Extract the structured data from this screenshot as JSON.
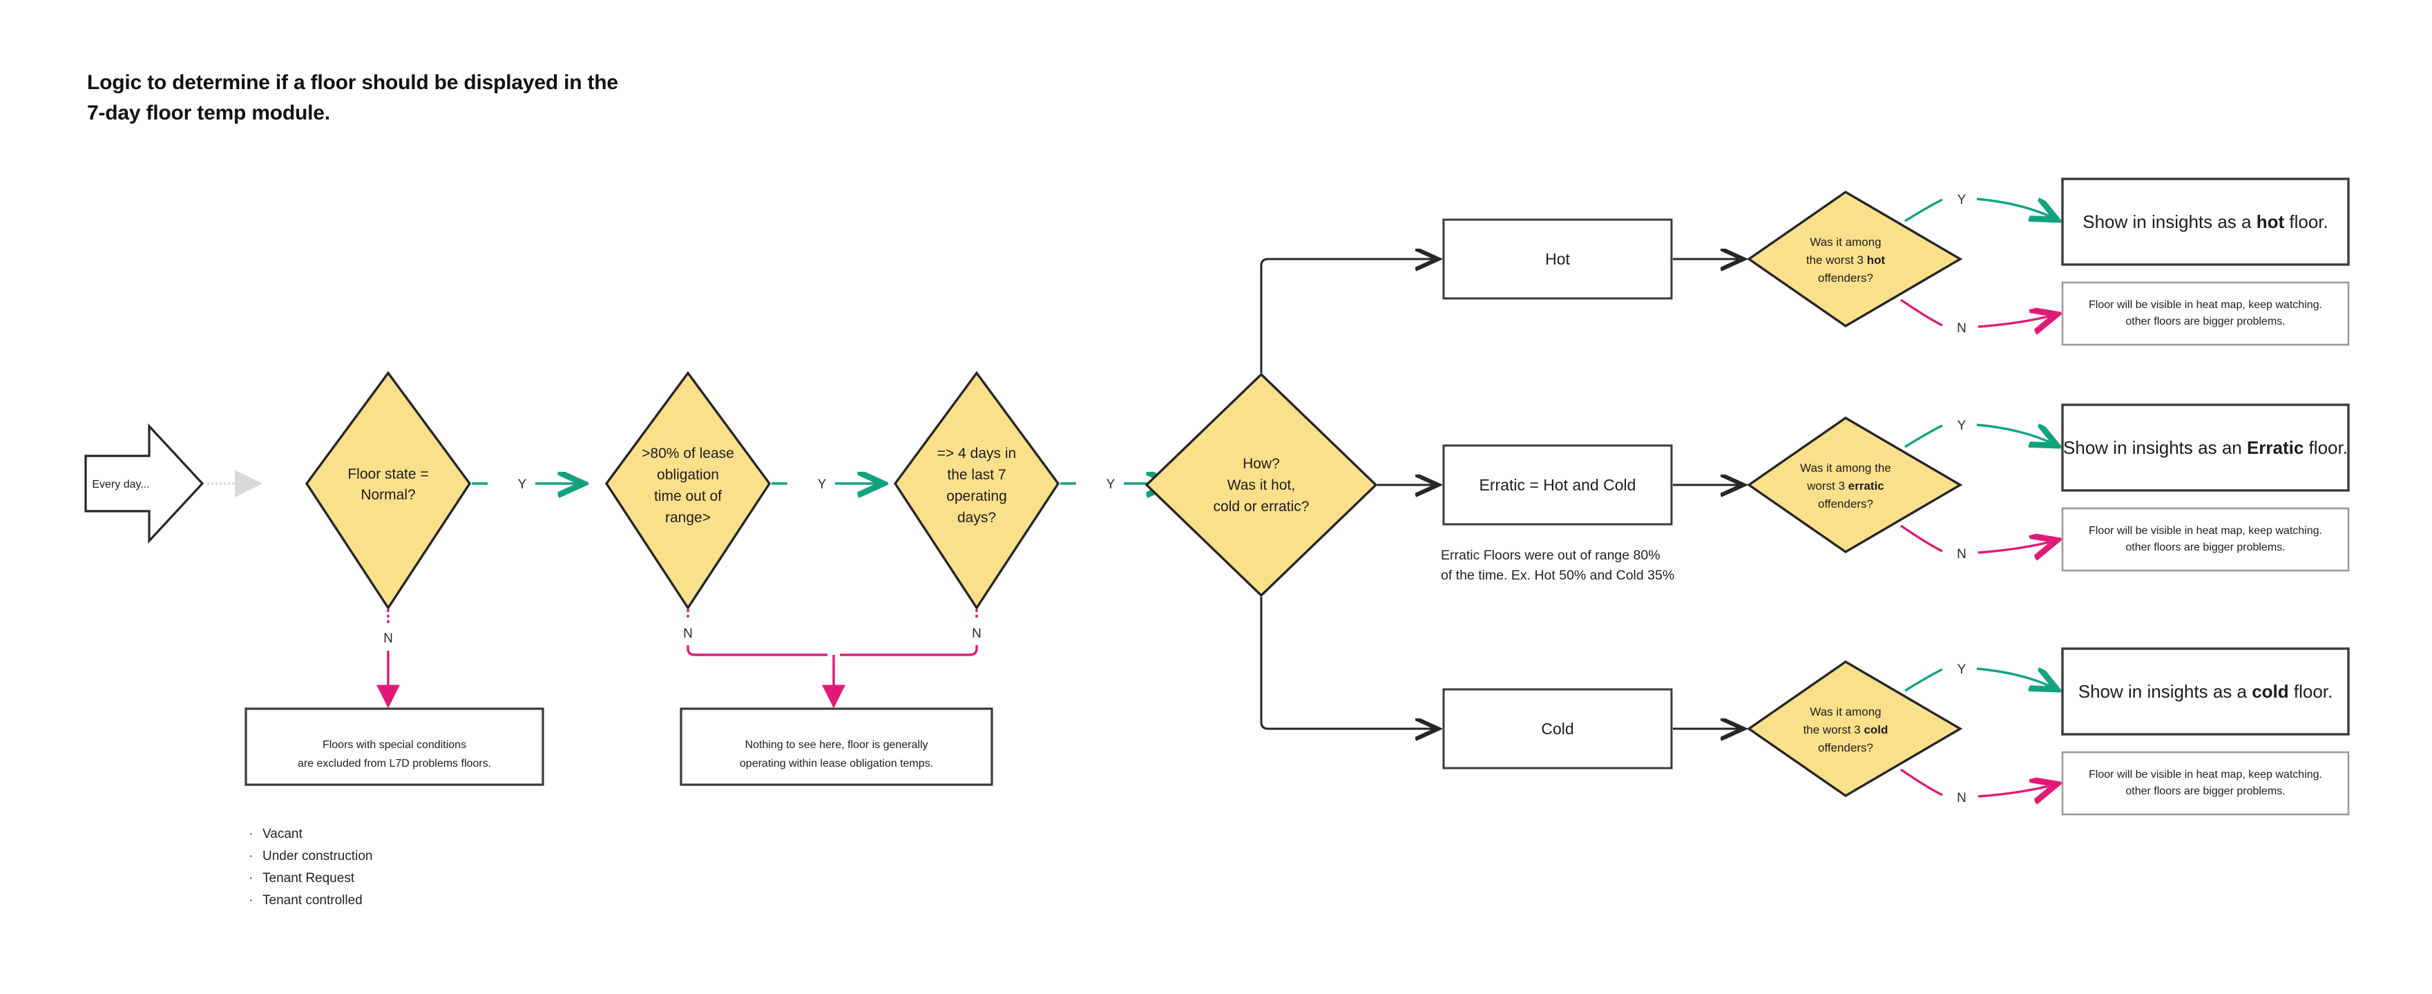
{
  "title": {
    "line1": "Logic to determine if a floor should be displayed in the",
    "line2": "7-day floor temp module."
  },
  "colors": {
    "diamond_fill": "#FBE08C",
    "diamond_stroke": "#262626",
    "yes_line": "#12A37E",
    "no_line": "#E01A76",
    "neutral_line": "#262626",
    "dotted_line": "#D9D9D9",
    "box_stroke": "#3A3A3A",
    "box_stroke_muted": "#9A9A9A"
  },
  "start": {
    "label": "Every day..."
  },
  "decisions": {
    "floor_state": "Floor state =\nNormal?",
    "floor_state_l1": "Floor state =",
    "floor_state_l2": "Normal?",
    "lease_obligation_l1": ">80% of lease",
    "lease_obligation_l2": "obligation",
    "lease_obligation_l3": "time out of",
    "lease_obligation_l4": "range>",
    "four_days_l1": "=> 4 days in",
    "four_days_l2": "the last 7",
    "four_days_l3": "operating",
    "four_days_l4": "days?",
    "how_l1": "How?",
    "how_l2": "Was it hot,",
    "how_l3": "cold or erratic?"
  },
  "worst3": {
    "hot_l1": "Was it among",
    "hot_l2_pre": "the worst 3 ",
    "hot_l2_bold": "hot",
    "hot_l3": "offenders?",
    "erratic_l1": "Was it among the",
    "erratic_l2_pre": "worst 3 ",
    "erratic_l2_bold": "erratic",
    "erratic_l3": "offenders?",
    "cold_l1": "Was it among",
    "cold_l2_pre": "the worst 3 ",
    "cold_l2_bold": "cold",
    "cold_l3": "offenders?"
  },
  "category_boxes": {
    "hot": "Hot",
    "erratic": "Erratic = Hot and Cold",
    "cold": "Cold"
  },
  "erratic_note": "Erratic Floors were out of range 80%\nof the time. Ex. Hot 50% and Cold 35%",
  "outcomes": {
    "hot_pre": "Show in insights as a ",
    "hot_bold": "hot",
    "hot_post": " floor.",
    "erratic_pre": "Show in insights as an ",
    "erratic_bold": "Erratic",
    "erratic_post": " floor.",
    "cold_pre": "Show in insights as a ",
    "cold_bold": "cold",
    "cold_post": " floor.",
    "keep_watching_l1": "Floor will be visible in heat map, keep watching.",
    "keep_watching_l2": "other floors are bigger problems."
  },
  "terminal_boxes": {
    "special_conditions_l1": "Floors with special conditions",
    "special_conditions_l2": "are excluded from L7D problems floors.",
    "nothing_to_see_l1": "Nothing to see here, floor is generally",
    "nothing_to_see_l2": "operating within lease obligation temps."
  },
  "edge_labels": {
    "yes": "Y",
    "no": "N"
  },
  "special_conditions_list": [
    "Vacant",
    "Under construction",
    "Tenant Request",
    "Tenant controlled"
  ]
}
